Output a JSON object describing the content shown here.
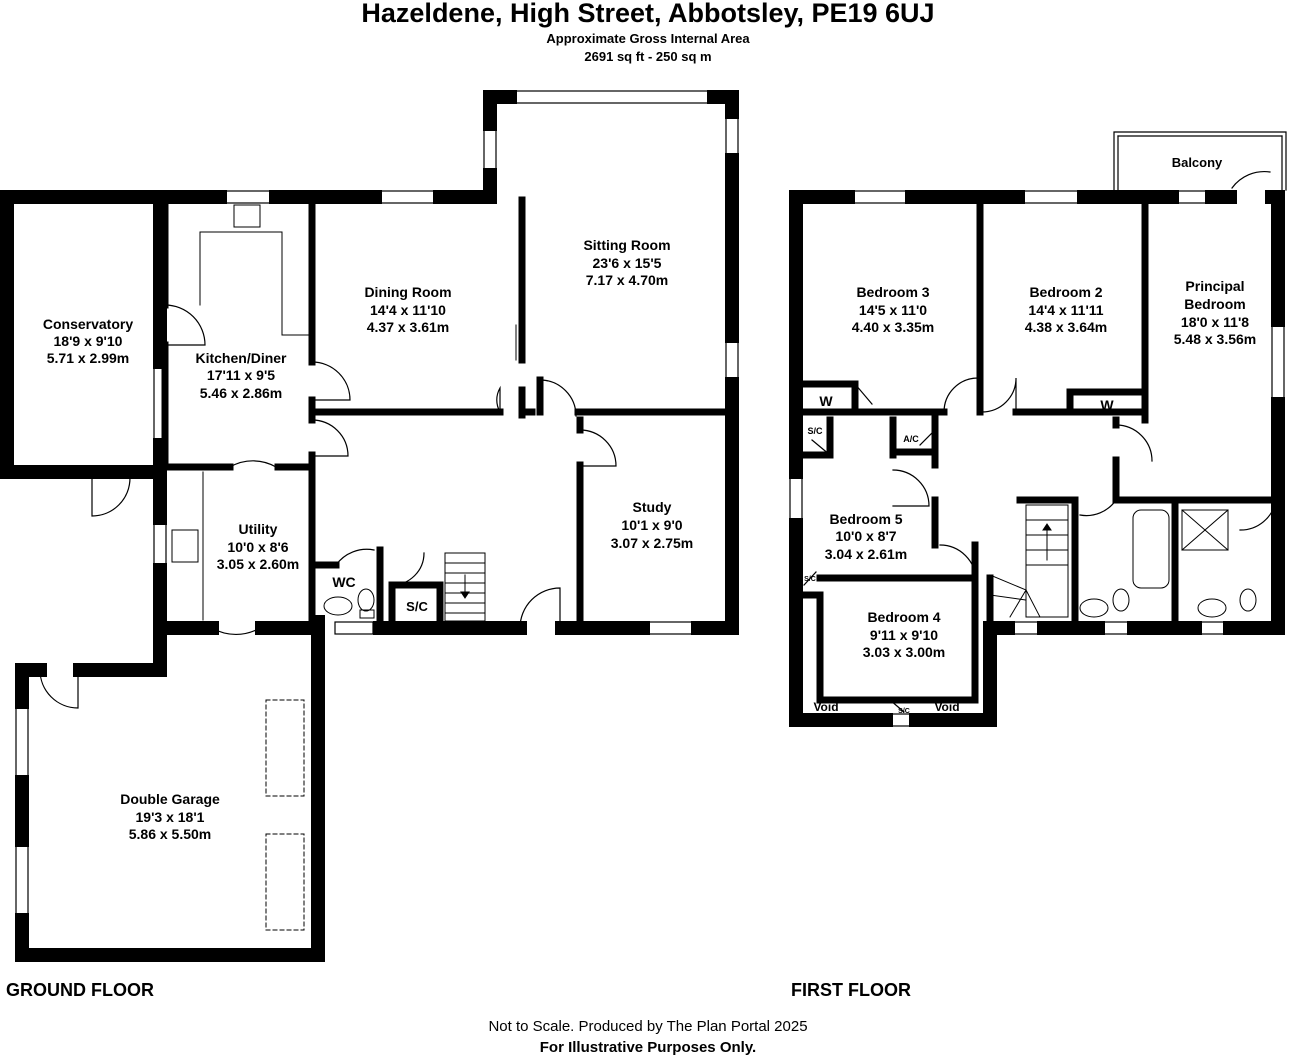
{
  "header": {
    "title": "Hazeldene, High Street, Abbotsley, PE19 6UJ",
    "area_label": "Approximate Gross Internal Area",
    "area_value": "2691 sq ft - 250 sq m"
  },
  "ground_floor": {
    "label": "GROUND FLOOR",
    "rooms": {
      "conservatory": {
        "name": "Conservatory",
        "imperial": "18'9 x 9'10",
        "metric": "5.71 x 2.99m"
      },
      "kitchen": {
        "name": "Kitchen/Diner",
        "imperial": "17'11 x 9'5",
        "metric": "5.46 x 2.86m"
      },
      "dining": {
        "name": "Dining Room",
        "imperial": "14'4 x 11'10",
        "metric": "4.37 x 3.61m"
      },
      "sitting": {
        "name": "Sitting Room",
        "imperial": "23'6 x 15'5",
        "metric": "7.17 x 4.70m"
      },
      "utility": {
        "name": "Utility",
        "imperial": "10'0 x 8'6",
        "metric": "3.05 x 2.60m"
      },
      "study": {
        "name": "Study",
        "imperial": "10'1 x 9'0",
        "metric": "3.07 x 2.75m"
      },
      "garage": {
        "name": "Double Garage",
        "imperial": "19'3 x 18'1",
        "metric": "5.86 x 5.50m"
      }
    },
    "wc": "WC",
    "sc": "S/C"
  },
  "first_floor": {
    "label": "FIRST FLOOR",
    "balcony": "Balcony",
    "rooms": {
      "bed3": {
        "name": "Bedroom 3",
        "imperial": "14'5 x 11'0",
        "metric": "4.40 x 3.35m"
      },
      "bed2": {
        "name": "Bedroom 2",
        "imperial": "14'4 x 11'11",
        "metric": "4.38 x 3.64m"
      },
      "principal": {
        "name1": "Principal",
        "name2": "Bedroom",
        "imperial": "18'0 x 11'8",
        "metric": "5.48 x 3.56m"
      },
      "bed5": {
        "name": "Bedroom 5",
        "imperial": "10'0 x 8'7",
        "metric": "3.04 x 2.61m"
      },
      "bed4": {
        "name": "Bedroom 4",
        "imperial": "9'11 x 9'10",
        "metric": "3.03 x 3.00m"
      }
    },
    "wardrobe": "W",
    "sc": "S/C",
    "ac": "A/C",
    "void": "Void"
  },
  "footer": {
    "line1": "Not to Scale. Produced by The Plan Portal 2025",
    "line2": "For Illustrative Purposes Only."
  }
}
